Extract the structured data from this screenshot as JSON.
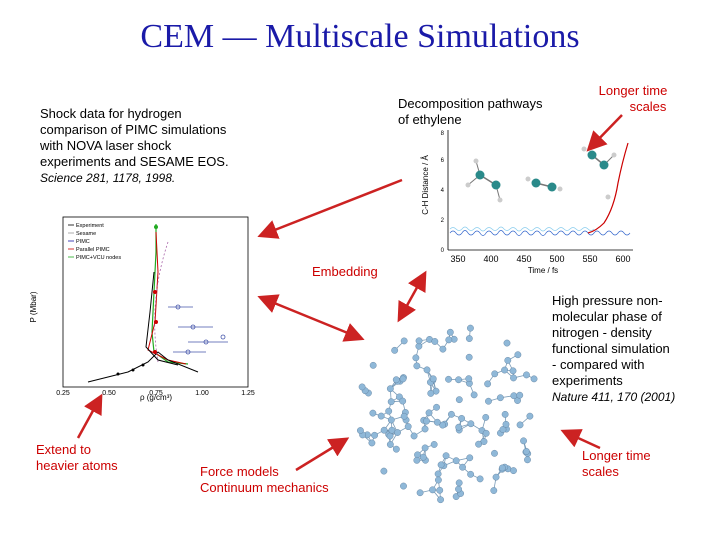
{
  "title": "CEM — Multiscale Simulations",
  "shock": {
    "lines": [
      "Shock data for hydrogen",
      "comparison of PIMC simulations",
      "with NOVA laser shock",
      "experiments and SESAME EOS."
    ],
    "citation": "Science 281, 1178, 1998."
  },
  "decomposition": {
    "lines": [
      "Decomposition pathways",
      "of ethylene"
    ]
  },
  "longer_time_top": {
    "lines": [
      "Longer time",
      "scales"
    ]
  },
  "embedding": "Embedding",
  "nitrogen": {
    "lines": [
      "High pressure non-",
      "molecular phase of",
      "nitrogen - density",
      "functional simulation",
      "- compared with",
      "experiments"
    ],
    "citation": "Nature 411, 170 (2001)"
  },
  "extend": {
    "lines": [
      "Extend to",
      "heavier atoms"
    ]
  },
  "force": {
    "lines": [
      "Force models",
      "Continuum mechanics"
    ]
  },
  "longer_time_bottom": {
    "lines": [
      "Longer time",
      "scales"
    ]
  },
  "shock_plot": {
    "ylabel": "P (Mbar)",
    "xlabel": "ρ (g/cm³)",
    "legend": [
      "Experiment",
      "Sesame",
      "PIMC",
      "Parallel PIMC",
      "PIMC+VCU nodes"
    ],
    "xticks": [
      "0.25",
      "0.50",
      "0.75",
      "1.00",
      "1.25"
    ]
  },
  "md_plot": {
    "ylabel": "C-H Distance / Å",
    "xlabel": "Time / fs",
    "xticks": [
      "350",
      "400",
      "450",
      "500",
      "550",
      "600"
    ],
    "yticks": [
      "0",
      "2",
      "4",
      "6",
      "8"
    ]
  },
  "colors": {
    "title": "#1a1aa8",
    "labels": "#cc0000",
    "arrow": "#cc2222",
    "atoms": "#8fb8d8"
  }
}
